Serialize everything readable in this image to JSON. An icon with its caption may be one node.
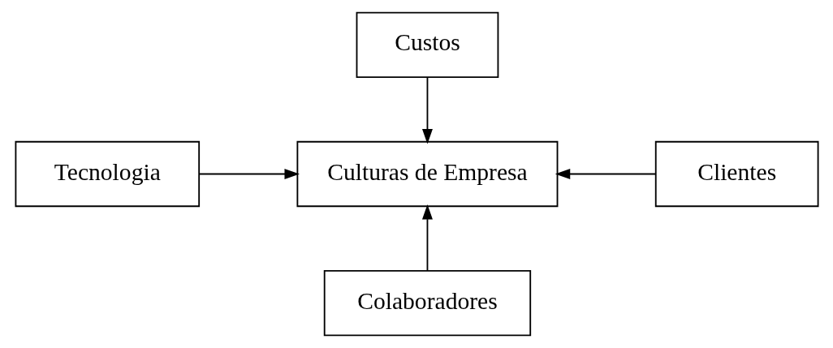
{
  "diagram": {
    "nodes": [
      {
        "text": [
          "Custos"
        ]
      },
      {
        "text": [
          "Tecnologia"
        ]
      },
      {
        "text": [
          "Culturas de Empresa"
        ]
      },
      {
        "text": [
          "Clientes"
        ]
      },
      {
        "text": [
          "Colaboradores"
        ]
      }
    ],
    "edges": [
      {
        "from": 0,
        "to": 2,
        "arrow": "to"
      },
      {
        "from": 1,
        "to": 2,
        "arrow": "to"
      },
      {
        "from": 3,
        "to": 2,
        "arrow": "to"
      },
      {
        "from": 4,
        "to": 2,
        "arrow": "to"
      }
    ]
  }
}
